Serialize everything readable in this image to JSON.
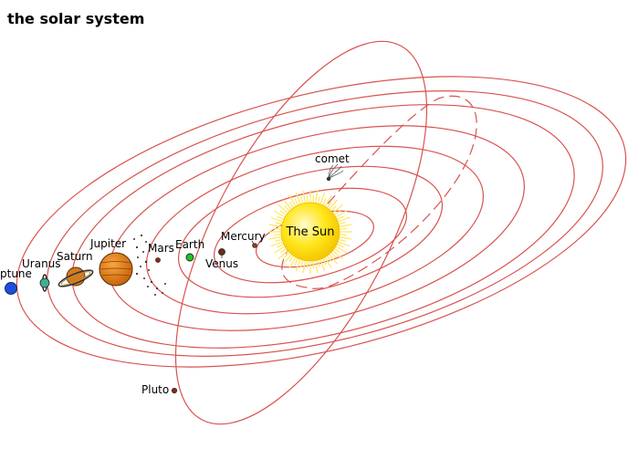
{
  "title": "the solar system",
  "labels": {
    "sun": "The Sun",
    "mercury": "Mercury",
    "venus": "Venus",
    "earth": "Earth",
    "mars": "Mars",
    "jupiter": "Jupiter",
    "saturn": "Saturn",
    "uranus": "Uranus",
    "neptune": "ptune",
    "pluto": "Pluto",
    "comet": "comet"
  },
  "colors": {
    "orbit": "#d9534f",
    "sun": "#ffe61a",
    "sun_rays": "#ffe866",
    "earth": "#22c322",
    "neptune": "#1f4fd8",
    "jupiter": "#e07b12",
    "saturn": "#d57a1a"
  }
}
